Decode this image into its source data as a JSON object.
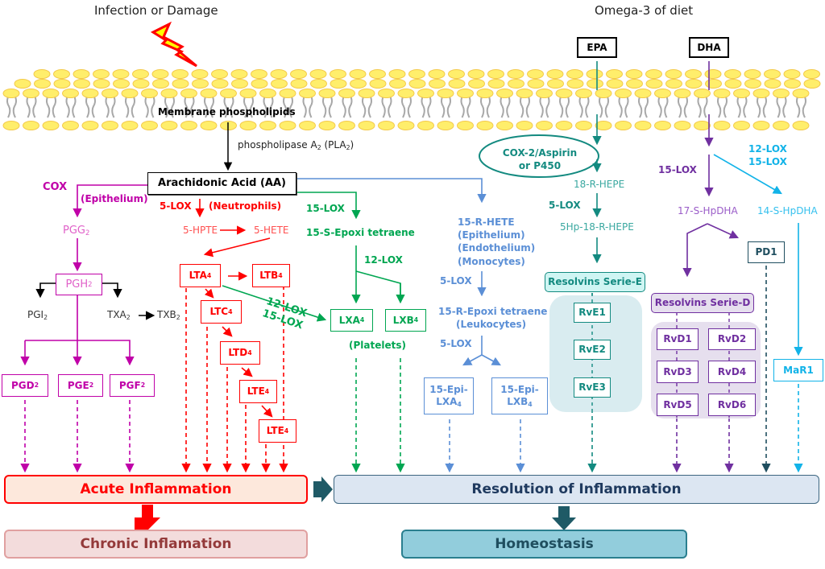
{
  "header": {
    "infection_label": "Infection or Damage",
    "omega3_label": "Omega-3 of diet"
  },
  "membrane": {
    "label": "Membrane phospholipids",
    "enzyme": "phospholipase A",
    "enzyme_sub": "2",
    "enzyme_abbr_pre": " (PLA",
    "enzyme_abbr_sub": "2",
    "enzyme_abbr_post": ")"
  },
  "sources": {
    "epa": "EPA",
    "dha": "DHA",
    "aa": "Arachidonic Acid (AA)"
  },
  "cox_branch": {
    "enzyme": "COX",
    "cell": "(Epithelium)",
    "pgg2": "PGG",
    "pgh2": "PGH",
    "pgi2": "PGI",
    "txa2": "TXA",
    "txb2": "TXB",
    "products": [
      "PGD",
      "PGE",
      "PGF"
    ],
    "sub": "2"
  },
  "lox5_branch": {
    "enzyme": "5-LOX",
    "cell": "(Neutrophils)",
    "hpte": "5-HPTE",
    "hete": "5-HETE",
    "lta4": "LTA",
    "ltb4": "LTB",
    "ltc4": "LTC",
    "ltd4": "LTD",
    "lte4_a": "LTE",
    "lte4_b": "LTE",
    "sub": "4",
    "cross_enzyme_1": "12-LOX",
    "cross_enzyme_2": "15-LOX"
  },
  "lox15_branch": {
    "enzyme": "15-LOX",
    "intermediate": "15-S-Epoxi tetraene",
    "enzyme2": "12-LOX",
    "lxa4": "LXA",
    "lxb4": "LXB",
    "sub": "4",
    "cell": "(Platelets)"
  },
  "aspirin_branch": {
    "hete": "15-R-HETE",
    "cells": [
      "(Epithelium)",
      "(Endothelium)",
      "(Monocytes)"
    ],
    "enzyme1": "5-LOX",
    "intermediate": "15-R-Epoxi tetraene",
    "intermediate_cell": "(Leukocytes)",
    "enzyme2": "5-LOX",
    "epi_lxa4_line1": "15-Epi-",
    "epi_lxa4_line2": "LXA",
    "epi_lxb4_line1": "15-Epi-",
    "epi_lxb4_line2": "LXB",
    "sub": "4"
  },
  "epa_branch": {
    "enzyme_ellipse": [
      "COX-2/Aspirin",
      "or P450"
    ],
    "hepe": "18-R-HEPE",
    "enzyme": "5-LOX",
    "hp_hepe": "5Hp-18-R-HEPE",
    "series_label": "Resolvins Serie-E",
    "resolvins": [
      "RvE1",
      "RvE2",
      "RvE3"
    ]
  },
  "dha_branch": {
    "enzyme": "15-LOX",
    "enzyme_alt": [
      "12-LOX",
      "15-LOX"
    ],
    "hpdha17": "17-S-HpDHA",
    "hpdha14": "14-S-HpDHA",
    "pd1": "PD1",
    "series_label": "Resolvins Serie-D",
    "resolvins": [
      "RvD1",
      "RvD2",
      "RvD3",
      "RvD4",
      "RvD5",
      "RvD6"
    ],
    "mar1": "MaR1"
  },
  "outcomes": {
    "acute": "Acute Inflammation",
    "chronic": "Chronic Inflamation",
    "resolution": "Resolution of Inflammation",
    "homeostasis": "Homeostasis"
  },
  "colors": {
    "cox": "#c000a8",
    "lox5": "#ff0000",
    "lox15": "#00a651",
    "aspirin": "#5b8fd6",
    "epa": "#138a80",
    "dha": "#7030a0",
    "mar": "#12b3e8",
    "dark": "#1f4e5f"
  }
}
